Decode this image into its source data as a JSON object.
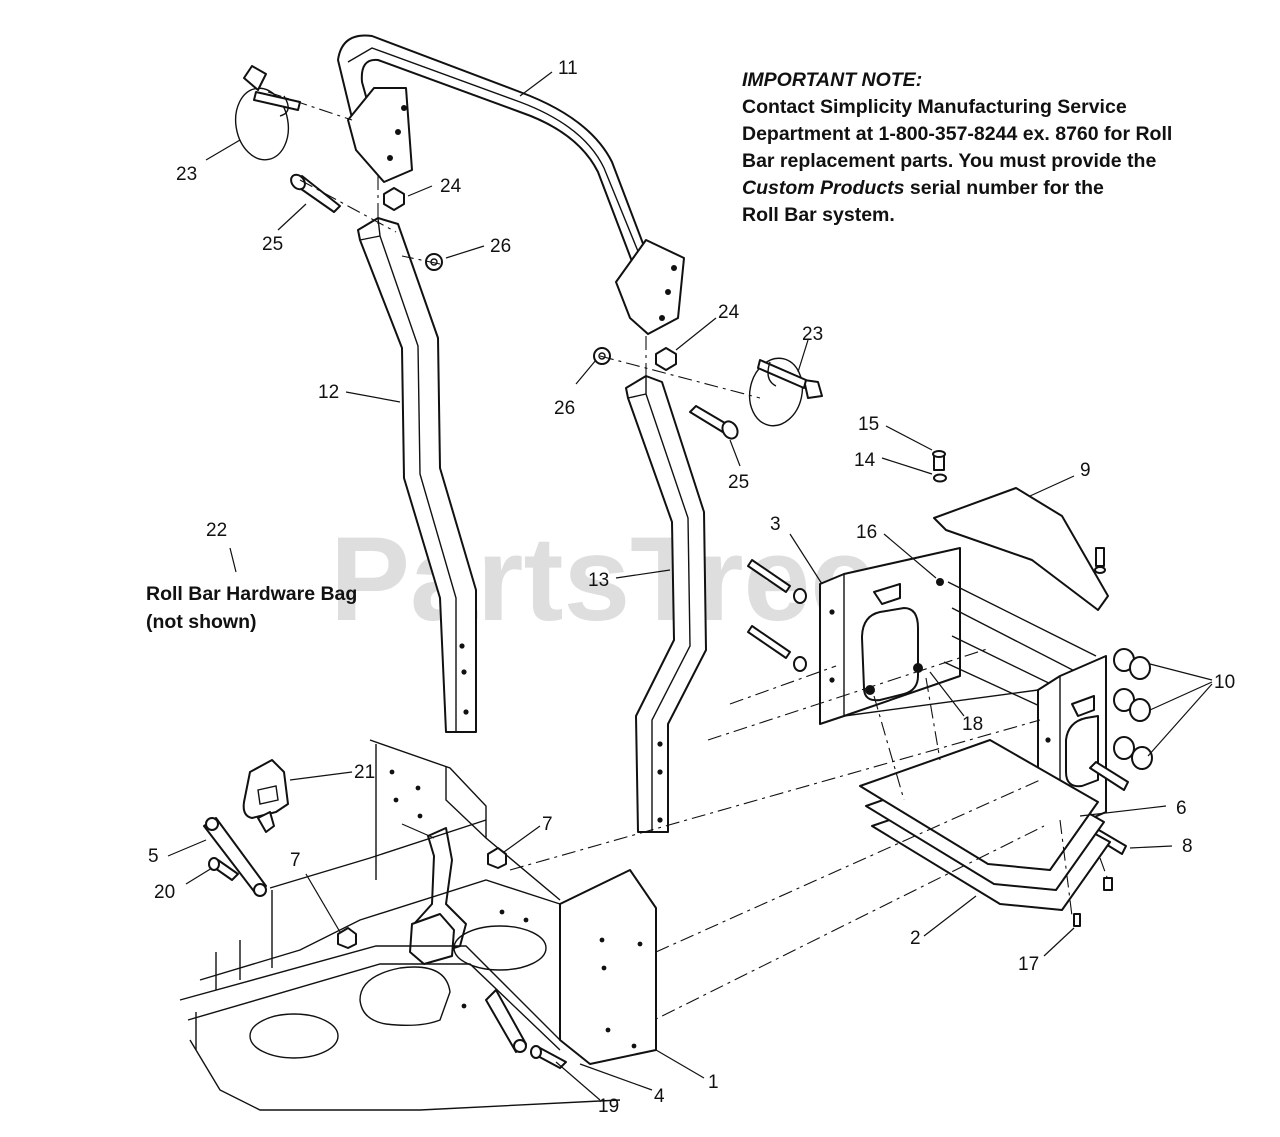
{
  "note": {
    "heading": "IMPORTANT NOTE:",
    "line1": "Contact Simplicity Manufacturing Service",
    "line2": "Department at 1-800-357-8244 ex. 8760 for Roll",
    "line3": "Bar replacement parts.  You must provide the",
    "line4_italic": "Custom Products",
    "line4_rest": " serial number for the",
    "line5": "Roll Bar system."
  },
  "hardware_bag": {
    "line1": "Roll Bar Hardware Bag",
    "line2": "(not shown)"
  },
  "watermark": "PartsTree",
  "callouts": [
    {
      "id": "c11",
      "text": "11"
    },
    {
      "id": "c23a",
      "text": "23"
    },
    {
      "id": "c24a",
      "text": "24"
    },
    {
      "id": "c25a",
      "text": "25"
    },
    {
      "id": "c26a",
      "text": "26"
    },
    {
      "id": "c12",
      "text": "12"
    },
    {
      "id": "c22",
      "text": "22"
    },
    {
      "id": "c24b",
      "text": "24"
    },
    {
      "id": "c23b",
      "text": "23"
    },
    {
      "id": "c26b",
      "text": "26"
    },
    {
      "id": "c25b",
      "text": "25"
    },
    {
      "id": "c15",
      "text": "15"
    },
    {
      "id": "c14",
      "text": "14"
    },
    {
      "id": "c9",
      "text": "9"
    },
    {
      "id": "c3",
      "text": "3"
    },
    {
      "id": "c16",
      "text": "16"
    },
    {
      "id": "c13",
      "text": "13"
    },
    {
      "id": "c10",
      "text": "10"
    },
    {
      "id": "c18",
      "text": "18"
    },
    {
      "id": "c21",
      "text": "21"
    },
    {
      "id": "c7a",
      "text": "7"
    },
    {
      "id": "c6",
      "text": "6"
    },
    {
      "id": "c8",
      "text": "8"
    },
    {
      "id": "c5",
      "text": "5"
    },
    {
      "id": "c7b",
      "text": "7"
    },
    {
      "id": "c20",
      "text": "20"
    },
    {
      "id": "c2",
      "text": "2"
    },
    {
      "id": "c17",
      "text": "17"
    },
    {
      "id": "c1",
      "text": "1"
    },
    {
      "id": "c19",
      "text": "19"
    },
    {
      "id": "c4",
      "text": "4"
    }
  ]
}
